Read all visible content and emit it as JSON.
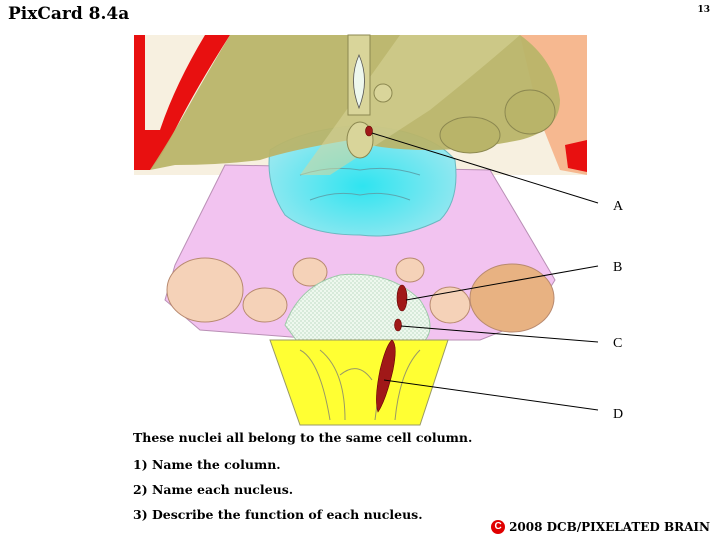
{
  "header": {
    "title": "PixCard 8.4a",
    "page_number": "13"
  },
  "labels": [
    {
      "letter": "A"
    },
    {
      "letter": "B"
    },
    {
      "letter": "C"
    },
    {
      "letter": "D"
    }
  ],
  "questions": {
    "intro": "These nuclei all belong to the same cell column.",
    "q1": "1) Name the column.",
    "q2": "2) Name each nucleus.",
    "q3": "3) Describe the function of each nucleus."
  },
  "footer": {
    "copyright_symbol": "C",
    "text": "2008  DCB/PIXELATED BRAIN"
  },
  "colors": {
    "olive": "#b9b469",
    "cyan": "#3fd9e8",
    "pink": "#f2c3f0",
    "peach": "#f5d2b8",
    "orange": "#e8b282",
    "yellow": "#ffff33",
    "red": "#e81010",
    "nucleus": "#a01818"
  }
}
